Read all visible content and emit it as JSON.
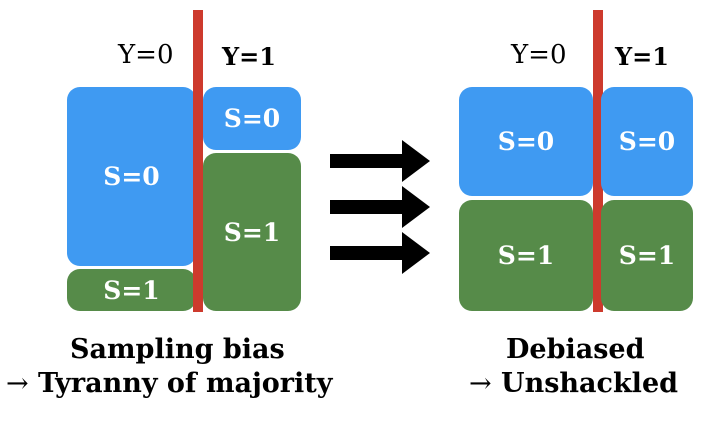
{
  "left_panel": {
    "y0_label": "Y=0",
    "y1_label": "Y=1",
    "y0_top_box": "S=0",
    "y0_bottom_box": "S=1",
    "y1_top_box": "S=0",
    "y1_bottom_box": "S=1",
    "caption_line1": "Sampling bias",
    "caption_line2_arrow": "→",
    "caption_line2": "Tyranny of majority"
  },
  "right_panel": {
    "y0_label": "Y=0",
    "y1_label": "Y=1",
    "y0_top_box": "S=0",
    "y0_bottom_box": "S=1",
    "y1_top_box": "S=0",
    "y1_bottom_box": "S=1",
    "caption_line1": "Debiased",
    "caption_line2_arrow": "→",
    "caption_line2": "Unshackled"
  },
  "colors": {
    "s0": "#3f9af2",
    "s1": "#568b49",
    "divider": "#cd3a2d",
    "arrows": "#000000"
  }
}
